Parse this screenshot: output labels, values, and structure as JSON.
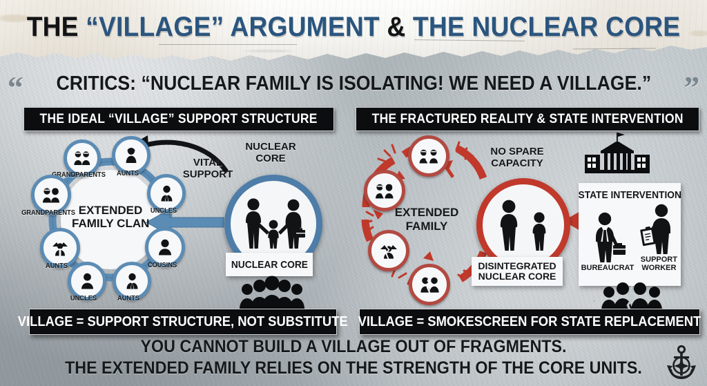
{
  "header": {
    "title_parts": [
      {
        "text": "THE ",
        "color": "dark"
      },
      {
        "text": "“VILLAGE” ARGUMENT ",
        "color": "blue"
      },
      {
        "text": "& ",
        "color": "dark"
      },
      {
        "text": "THE NUCLEAR CORE",
        "color": "blue"
      }
    ],
    "title_plain": "THE “VILLAGE” ARGUMENT & THE NUCLEAR CORE"
  },
  "quote": {
    "open_mark": "“",
    "close_mark": "”",
    "text": "CRITICS: “NUCLEAR FAMILY IS ISOLATING! WE NEED A VILLAGE.”"
  },
  "panels": {
    "left": {
      "header": "THE IDEAL “VILLAGE” SUPPORT STRUCTURE",
      "ring_center_line1": "EXTENDED",
      "ring_center_line2": "FAMILY CLAN",
      "nodes": [
        {
          "label": "GRANDPARENTS",
          "icon": "grandparents-icon"
        },
        {
          "label": "AUNTS",
          "icon": "aunt-icon"
        },
        {
          "label": "UNCLES",
          "icon": "uncle-suit-icon"
        },
        {
          "label": "COUSINS",
          "icon": "person-icon"
        },
        {
          "label": "AUNTS",
          "icon": "aunts-pair-icon"
        },
        {
          "label": "UNCLES",
          "icon": "person-icon"
        },
        {
          "label": "AUNTS",
          "icon": "uncle-suit-icon"
        },
        {
          "label": "GRANDPARENTS",
          "icon": "grandparents-icon"
        }
      ],
      "arrow_label_line1": "VITAL",
      "arrow_label_line2": "SUPPORT",
      "core_top_line1": "NUCLEAR",
      "core_top_line2": "CORE",
      "core_card_label": "NUCLEAR CORE",
      "core_icon": "nuclear-family-icon",
      "banner": "VILLAGE = SUPPORT STRUCTURE, NOT SUBSTITUTE"
    },
    "right": {
      "header": "THE FRACTURED REALITY & STATE INTERVENTION",
      "ring_center_line1": "EXTENDED",
      "ring_center_line2": "FAMILY",
      "nodes": [
        {
          "label": "",
          "icon": "broken-grandparents-icon"
        },
        {
          "label": "",
          "icon": "broken-grandparents-icon"
        },
        {
          "label": "",
          "icon": "broken-aunts-icon"
        },
        {
          "label": "",
          "icon": "broken-person-icon"
        }
      ],
      "capacity_line1": "NO SPARE",
      "capacity_line2": "CAPACITY",
      "core_card_line1": "DISINTEGRATED",
      "core_card_line2": "NUCLEAR CORE",
      "core_icon": "broken-family-icon",
      "state": {
        "title": "STATE INTERVENTION",
        "building_icon": "government-building-icon",
        "figures": [
          {
            "label": "BUREAUCRAT",
            "icon": "bureaucrat-icon"
          },
          {
            "label": "SUPPORT\nWORKER",
            "icon": "support-worker-icon"
          },
          {
            "label_line1": "SUPPORT",
            "label_line2": "WORKER"
          }
        ],
        "fig1_label": "BUREAUCRAT",
        "fig2_label_line1": "SUPPORT",
        "fig2_label_line2": "WORKER"
      },
      "banner": "VILLAGE = SMOKESCREEN FOR STATE REPLACEMENT"
    }
  },
  "footer": {
    "line1": "YOU CANNOT BUILD A VILLAGE OUT OF FRAGMENTS.",
    "line2": "THE EXTENDED FAMILY RELIES ON THE STRENGTH OF THE CORE UNITS."
  },
  "logo": {
    "name": "anchor-compass-logo"
  },
  "colors": {
    "title_blue": "#2a557f",
    "ring_blue": "#4d7da8",
    "node_blue": "#5b8cb5",
    "crack_red": "#c0392b",
    "node_red": "#b24a42",
    "banner_black": "#0c0d0e",
    "paper_white": "#f7f8f9",
    "background": "#c2c9cd"
  }
}
